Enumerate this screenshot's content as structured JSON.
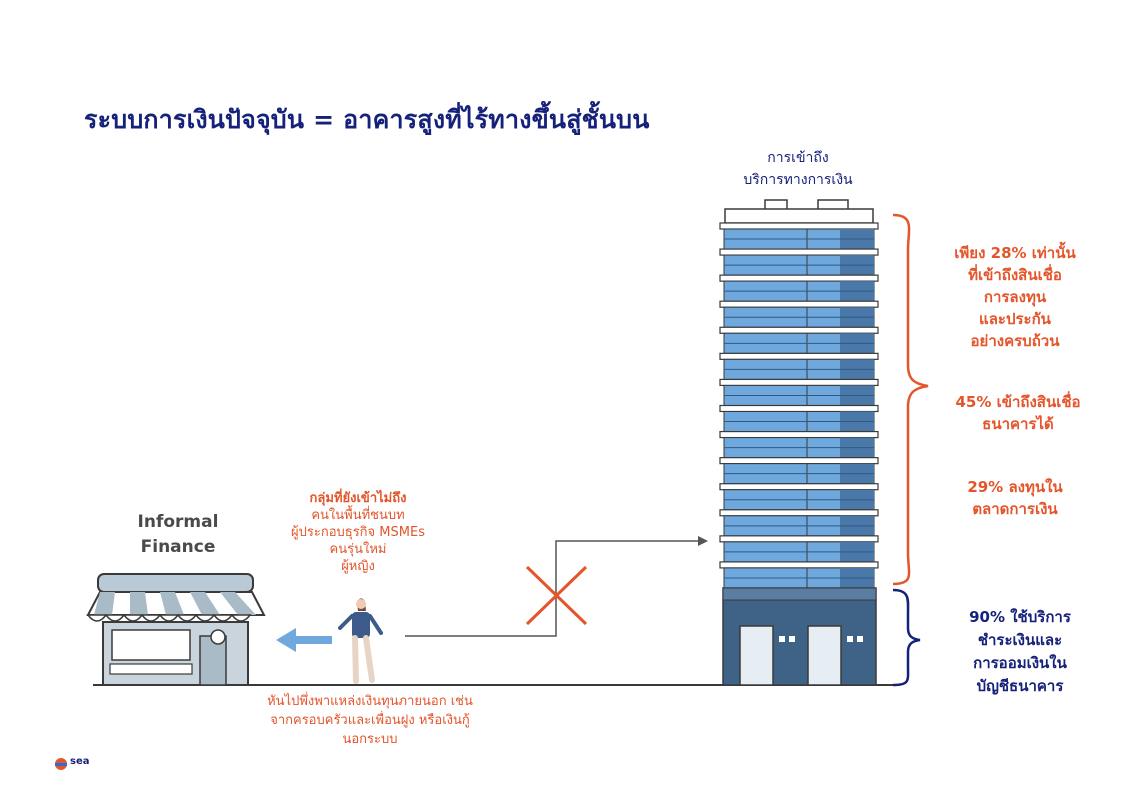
{
  "title": "ระบบการเงินปัจจุบัน = อาคารสูงที่ไร้ทางขึ้นสู่ชั้นบน",
  "building_label": [
    "การเข้าถึง",
    "บริการทางการเงิน"
  ],
  "stats_orange": [
    [
      "เพียง 28% เท่านั้น",
      "ที่เข้าถึงสินเชื่อ",
      "การลงทุน",
      "และประกัน",
      "อย่างครบถ้วน"
    ],
    [
      "45% เข้าถึงสินเชื่อ",
      "ธนาคารได้"
    ],
    [
      "29% ลงทุนใน",
      "ตลาดการเงิน"
    ]
  ],
  "stat_navy": [
    "90% ใช้บริการ",
    "ชำระเงินและ",
    "การออมเงินใน",
    "บัญชีธนาคาร"
  ],
  "informal": [
    "Informal",
    "Finance"
  ],
  "group": {
    "title": "กลุ่มที่ยังเข้าไม่ถึง",
    "items": [
      "คนในพื้นที่ชนบท",
      "ผู้ประกอบธุรกิจ MSMEs",
      "คนรุ่นใหม่",
      "ผู้หญิง"
    ]
  },
  "bottom_text": [
    "หันไปพึ่งพาแหล่งเงินทุนภายนอก เช่น",
    "จากครอบครัวและเพื่อนฝูง หรือเงินกู้",
    "นอกระบบ"
  ],
  "logo": "sea",
  "colors": {
    "title": "#16217a",
    "orange": "#e4552b",
    "navy": "#16217a",
    "building_dark": "#3f6386",
    "window_blue": "#6fa8dc",
    "arrow_blue": "#6fa8dc"
  }
}
